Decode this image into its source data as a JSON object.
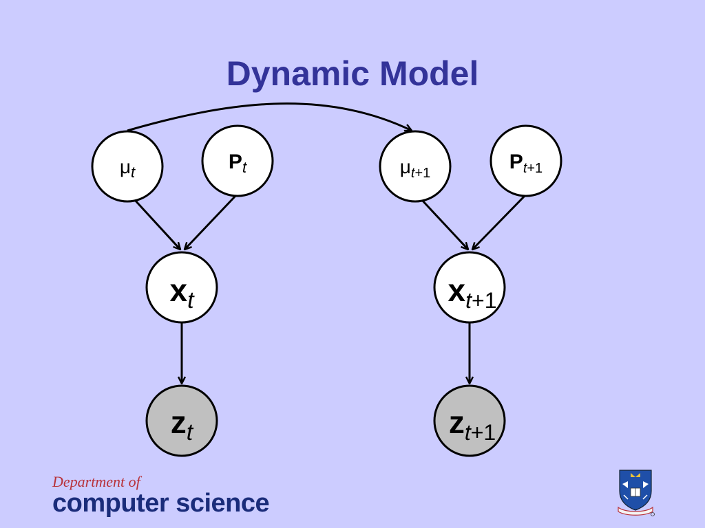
{
  "title": "Dynamic Model",
  "nodes": {
    "mu_t": {
      "base": "μ",
      "sub": "t"
    },
    "P_t": {
      "base": "P",
      "sub": "t"
    },
    "mu_t1": {
      "base": "μ",
      "sub": "t",
      "sub_suffix": "+1"
    },
    "P_t1": {
      "base": "P",
      "sub": "t",
      "sub_suffix": "+1"
    },
    "x_t": {
      "base": "x",
      "sub": "t"
    },
    "x_t1": {
      "base": "x",
      "sub": "t",
      "sub_suffix": "+1"
    },
    "z_t": {
      "base": "z",
      "sub": "t"
    },
    "z_t1": {
      "base": "z",
      "sub": "t",
      "sub_suffix": "+1"
    }
  },
  "colors": {
    "background": "#ccccff",
    "title": "#333399",
    "node_fill": "#ffffff",
    "observed_fill": "#c0c0c0",
    "stroke": "#000000"
  },
  "footer": {
    "line1": "Department of",
    "line2": "computer science"
  },
  "logo": {
    "icon": "university-crest-icon"
  }
}
